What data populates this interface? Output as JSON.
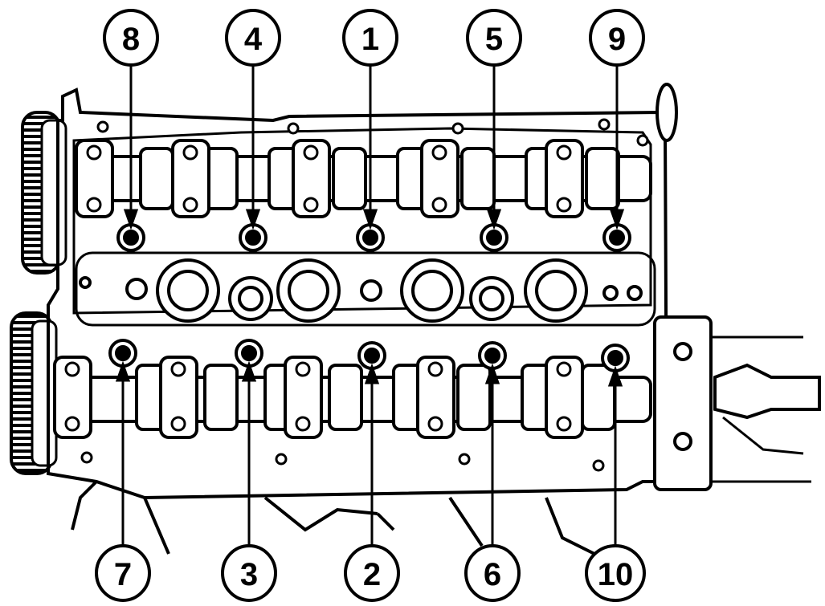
{
  "diagram": {
    "subject": "cylinder head bolt tightening sequence",
    "callouts_top": [
      {
        "label": "8"
      },
      {
        "label": "4"
      },
      {
        "label": "1"
      },
      {
        "label": "5"
      },
      {
        "label": "9"
      }
    ],
    "callouts_bottom": [
      {
        "label": "7"
      },
      {
        "label": "3"
      },
      {
        "label": "2"
      },
      {
        "label": "6"
      },
      {
        "label": "10"
      }
    ],
    "colors": {
      "ink": "#000000",
      "paper": "#ffffff"
    }
  }
}
